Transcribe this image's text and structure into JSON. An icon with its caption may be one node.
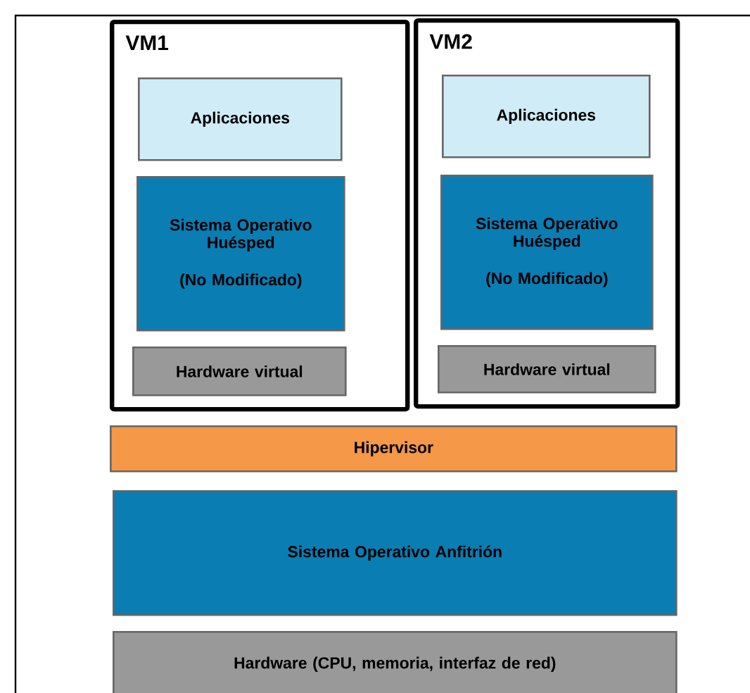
{
  "diagram": {
    "nodes": [
      {
        "text": [
          "VM1"
        ]
      },
      {
        "text": [
          "Aplicaciones"
        ],
        "in": 0
      },
      {
        "text": [
          "Sistema Operativo Huésped",
          "(No Modificado)"
        ],
        "in": 0
      },
      {
        "text": [
          "Hardware virtual"
        ],
        "in": 0
      },
      {
        "text": [
          "VM2"
        ]
      },
      {
        "text": [
          "Aplicaciones"
        ],
        "in": 4
      },
      {
        "text": [
          "Sistema Operativo Huésped",
          "(No Modificado)"
        ],
        "in": 4
      },
      {
        "text": [
          "Hardware virtual"
        ],
        "in": 4
      },
      {
        "text": [
          "Hipervisor"
        ]
      },
      {
        "text": [
          "Sistema Operativo Anfitrión"
        ]
      },
      {
        "text": [
          "Hardware (CPU, memoria, interfaz de red)"
        ]
      }
    ],
    "edges": []
  }
}
